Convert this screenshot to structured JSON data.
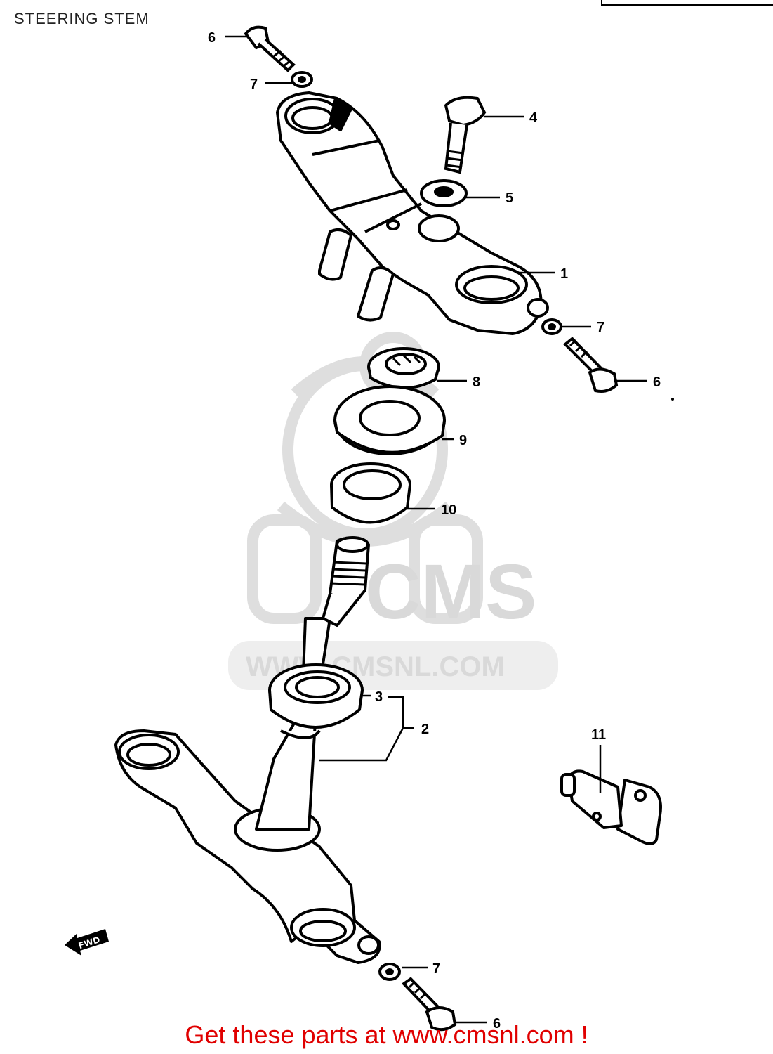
{
  "page": {
    "title": "STEERING STEM"
  },
  "parts": [
    {
      "ref": "1",
      "label": "1",
      "name": "upper-bracket"
    },
    {
      "ref": "2",
      "label": "2",
      "name": "steering-stem-lower-bracket"
    },
    {
      "ref": "3",
      "label": "3",
      "name": "lower-bearing"
    },
    {
      "ref": "4",
      "label": "4",
      "name": "stem-head-bolt"
    },
    {
      "ref": "5",
      "label": "5",
      "name": "washer"
    },
    {
      "ref": "6",
      "label": "6",
      "name": "clamp-bolt"
    },
    {
      "ref": "7",
      "label": "7",
      "name": "lock-washer"
    },
    {
      "ref": "8",
      "label": "8",
      "name": "stem-nut"
    },
    {
      "ref": "9",
      "label": "9",
      "name": "dust-seal"
    },
    {
      "ref": "10",
      "label": "10",
      "name": "upper-bearing"
    },
    {
      "ref": "11",
      "label": "11",
      "name": "steering-lock"
    }
  ],
  "watermark": {
    "logo_text": "CMS",
    "url_text": "WWW.CMSNL.COM"
  },
  "fwd_arrow": {
    "label": "FWD"
  },
  "footer": {
    "cta": "Get these parts at www.cmsnl.com !"
  },
  "colors": {
    "cta": "#e00000",
    "watermark": "#d9d9d9",
    "ink": "#000000"
  }
}
